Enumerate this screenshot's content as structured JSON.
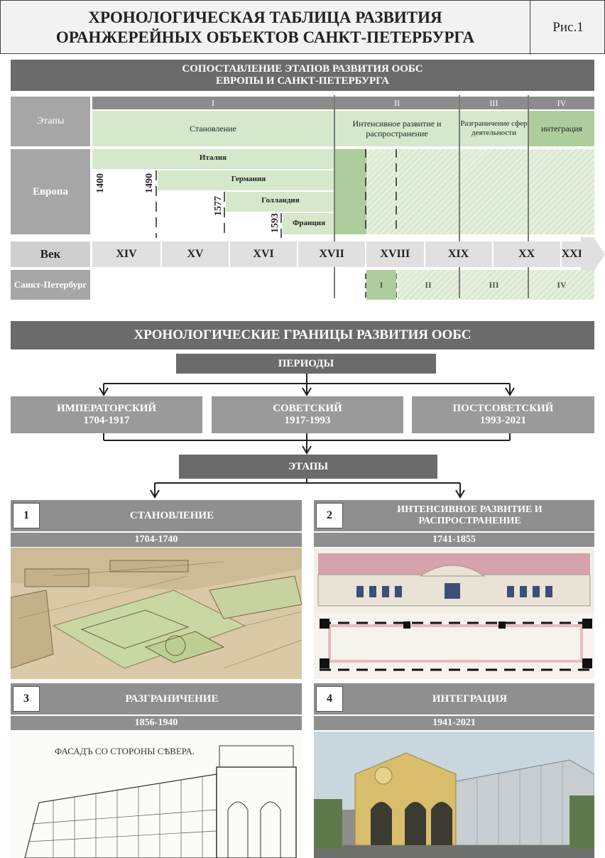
{
  "header": {
    "title_line1": "ХРОНОЛОГИЧЕСКАЯ ТАБЛИЦА РАЗВИТИЯ",
    "title_line2": "ОРАНЖЕРЕЙНЫХ ОБЪЕКТОВ САНКТ-ПЕТЕРБУРГА",
    "figure": "Рис.1"
  },
  "comparison": {
    "title_line1": "СОПОСТАВЛЕНИЕ ЭТАПОВ РАЗВИТИЯ ООБС",
    "title_line2": "ЕВРОПЫ И САНКТ-ПЕТЕРБУРГА",
    "row_stages": "Этапы",
    "row_europe": "Европа",
    "row_century": "Век",
    "row_spb": "Санкт-Петербург",
    "stage_numbers": [
      "I",
      "II",
      "III",
      "IV"
    ],
    "stage_names": [
      "Становление",
      "Интенсивное развитие и распространение",
      "Разграничение сфер деятельности",
      "интеграция"
    ],
    "countries": [
      "Италия",
      "Германия",
      "Голландия",
      "Франция"
    ],
    "years": [
      "1400",
      "1490",
      "1577",
      "1593"
    ],
    "centuries": [
      "XIV",
      "XV",
      "XVI",
      "XVII",
      "XVIII",
      "XIX",
      "XX",
      "XXI"
    ],
    "spb_stages": [
      "I",
      "II",
      "III",
      "IV"
    ]
  },
  "chronology": {
    "title": "ХРОНОЛОГИЧЕСКИЕ ГРАНИЦЫ РАЗВИТИЯ ООБС",
    "periods_label": "ПЕРИОДЫ",
    "periods": [
      {
        "name": "ИМПЕРАТОРСКИЙ",
        "years": "1704-1917"
      },
      {
        "name": "СОВЕТСКИЙ",
        "years": "1917-1993"
      },
      {
        "name": "ПОСТСОВЕТСКИЙ",
        "years": "1993-2021"
      }
    ],
    "stages_label": "ЭТАПЫ",
    "stages": [
      {
        "num": "1",
        "name": "СТАНОВЛЕНИЕ",
        "years": "1704-1740"
      },
      {
        "num": "2",
        "name": "ИНТЕНСИВНОЕ РАЗВИТИЕ И РАСПРОСТРАНЕНИЕ",
        "years": "1741-1855"
      },
      {
        "num": "3",
        "name": "РАЗГРАНИЧЕНИЕ",
        "years": "1856-1940"
      },
      {
        "num": "4",
        "name": "ИНТЕГРАЦИЯ",
        "years": "1941-2021"
      }
    ],
    "facade_caption": "ФАСАДЪ СО СТОРОНЫ СѢВЕРА."
  }
}
